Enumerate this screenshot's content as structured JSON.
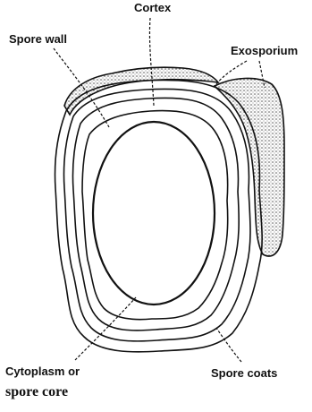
{
  "labels": {
    "cortex": "Cortex",
    "spore_wall": "Spore wall",
    "exosporium": "Exosporium",
    "cytoplasm_line1": "Cytoplasm or",
    "cytoplasm_line2": "spore core",
    "spore_coats": "Spore coats"
  },
  "colors": {
    "stroke": "#111111",
    "stipple": "#555555",
    "background": "#ffffff"
  }
}
